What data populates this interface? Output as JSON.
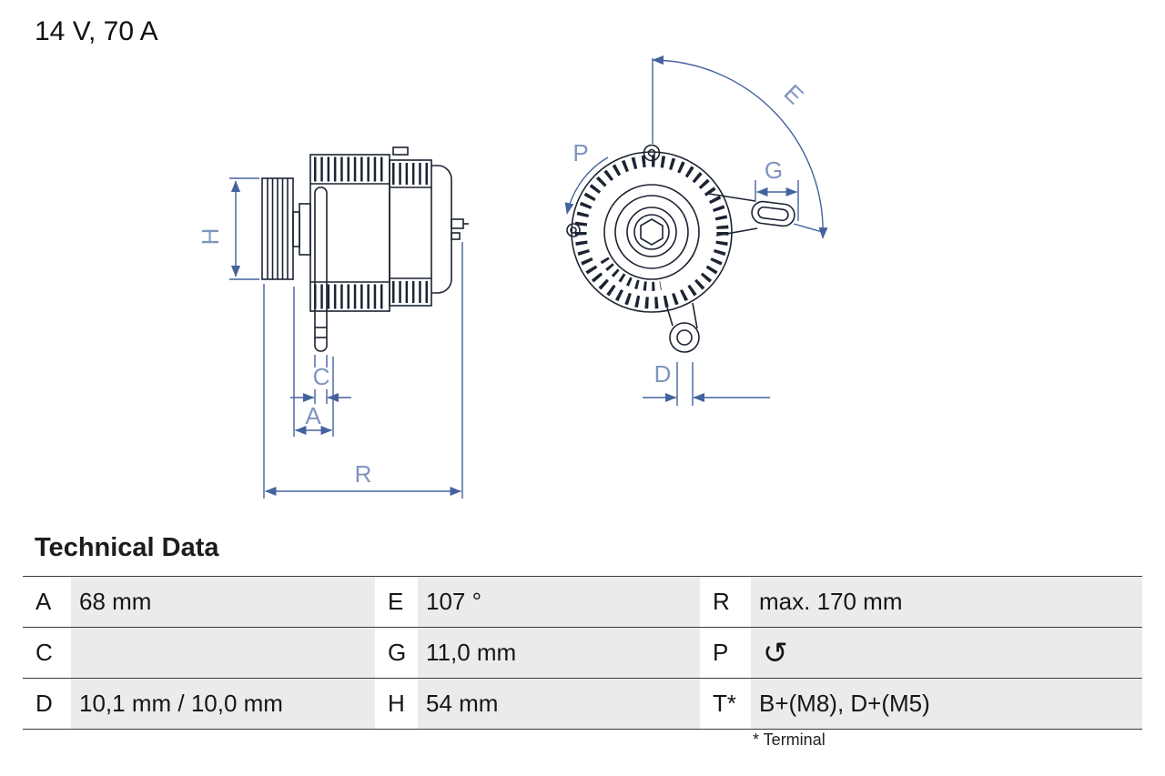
{
  "page": {
    "title": "14 V, 70 A"
  },
  "diagram": {
    "outline_color": "#1c2333",
    "dimension_color": "#44629e",
    "label_color": "#8094bf",
    "labels": {
      "h": "H",
      "c": "C",
      "a": "A",
      "r": "R",
      "p": "P",
      "e": "E",
      "g": "G",
      "d": "D"
    }
  },
  "technical_data": {
    "heading": "Technical Data",
    "value_cell_color": "#ebebeb",
    "border_color": "#3a3a3a",
    "icons": {
      "rotation_ccw": "↺"
    },
    "rows": [
      {
        "cells": [
          {
            "key": "A",
            "value": "68 mm"
          },
          {
            "key": "E",
            "value": "107 °"
          },
          {
            "key": "R",
            "value": "max. 170 mm"
          }
        ]
      },
      {
        "cells": [
          {
            "key": "C",
            "value": ""
          },
          {
            "key": "G",
            "value": "11,0 mm"
          },
          {
            "key": "P",
            "value": "",
            "icon": "rotation-ccw-icon"
          }
        ]
      },
      {
        "cells": [
          {
            "key": "D",
            "value": "10,1 mm / 10,0 mm"
          },
          {
            "key": "H",
            "value": "54 mm"
          },
          {
            "key": "T*",
            "value": "B+(M8), D+(M5)"
          }
        ]
      }
    ],
    "footnote": "* Terminal"
  }
}
